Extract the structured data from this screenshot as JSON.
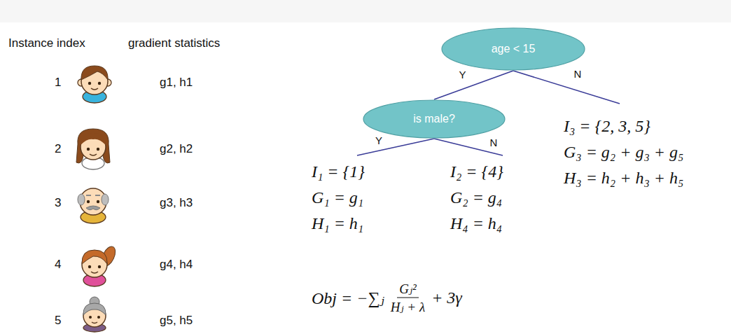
{
  "diagram": {
    "nodes": [
      {
        "text": [
          "age < 15"
        ]
      },
      {
        "text": [
          "is male?"
        ]
      },
      {
        "text": [
          "I₁ = {1}",
          "G₁ = g₁",
          "H₁ = h₁"
        ]
      },
      {
        "text": [
          "I₂ = {4}",
          "G₂ = g₄",
          "H₄ = h₄"
        ]
      },
      {
        "text": [
          "I₃ = {2, 3, 5}",
          "G₃ = g₂ + g₃ + g₅",
          "H₃ = h₂ + h₃ + h₅"
        ]
      }
    ],
    "edges": [
      {
        "from": 0,
        "to": 1,
        "label": "Y",
        "arrow": "none"
      },
      {
        "from": 0,
        "to": 4,
        "label": "N",
        "arrow": "none"
      },
      {
        "from": 1,
        "to": 2,
        "label": "Y",
        "arrow": "none"
      },
      {
        "from": 1,
        "to": 3,
        "label": "N",
        "arrow": "none"
      }
    ],
    "labels": [
      "Instance index",
      "gradient statistics",
      "1",
      "g1, h1",
      "2",
      "g2, h2",
      "3",
      "g3, h3",
      "4",
      "g4, h4",
      "5",
      "g5, h5",
      "Obj = −∑ⱼ",
      "Gⱼ²",
      "Hⱼ + λ",
      "+ 3γ"
    ]
  }
}
